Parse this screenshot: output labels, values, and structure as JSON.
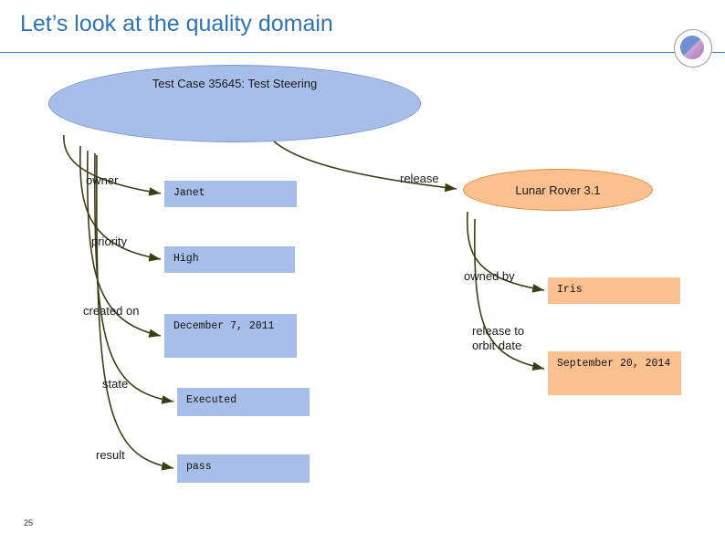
{
  "slide": {
    "title": "Let’s look at the quality domain",
    "page_number": "25",
    "logo_name": "company-logo"
  },
  "diagram": {
    "root": {
      "label": "Test Case 35645: Test Steering",
      "shape": "ellipse",
      "color": "#a7bfe8"
    },
    "release_node": {
      "label": "Lunar Rover 3.1",
      "shape": "ellipse",
      "color": "#fac090"
    },
    "edges": [
      {
        "label": "owner"
      },
      {
        "label": "priority"
      },
      {
        "label": "created on"
      },
      {
        "label": "state"
      },
      {
        "label": "result"
      },
      {
        "label": "release"
      },
      {
        "label": "owned by"
      },
      {
        "label": "release to orbit date"
      }
    ],
    "values": [
      {
        "name": "owner-value",
        "text": "Janet",
        "color": "#a7bfe8"
      },
      {
        "name": "priority-value",
        "text": "High",
        "color": "#a7bfe8"
      },
      {
        "name": "created-on-value",
        "text": "December 7, 2011",
        "color": "#a7bfe8"
      },
      {
        "name": "state-value",
        "text": "Executed",
        "color": "#a7bfe8"
      },
      {
        "name": "result-value",
        "text": "pass",
        "color": "#a7bfe8"
      },
      {
        "name": "owned-by-value",
        "text": "Iris",
        "color": "#fac090"
      },
      {
        "name": "orbit-date-value",
        "text": "September 20, 2014",
        "color": "#fac090"
      }
    ]
  }
}
